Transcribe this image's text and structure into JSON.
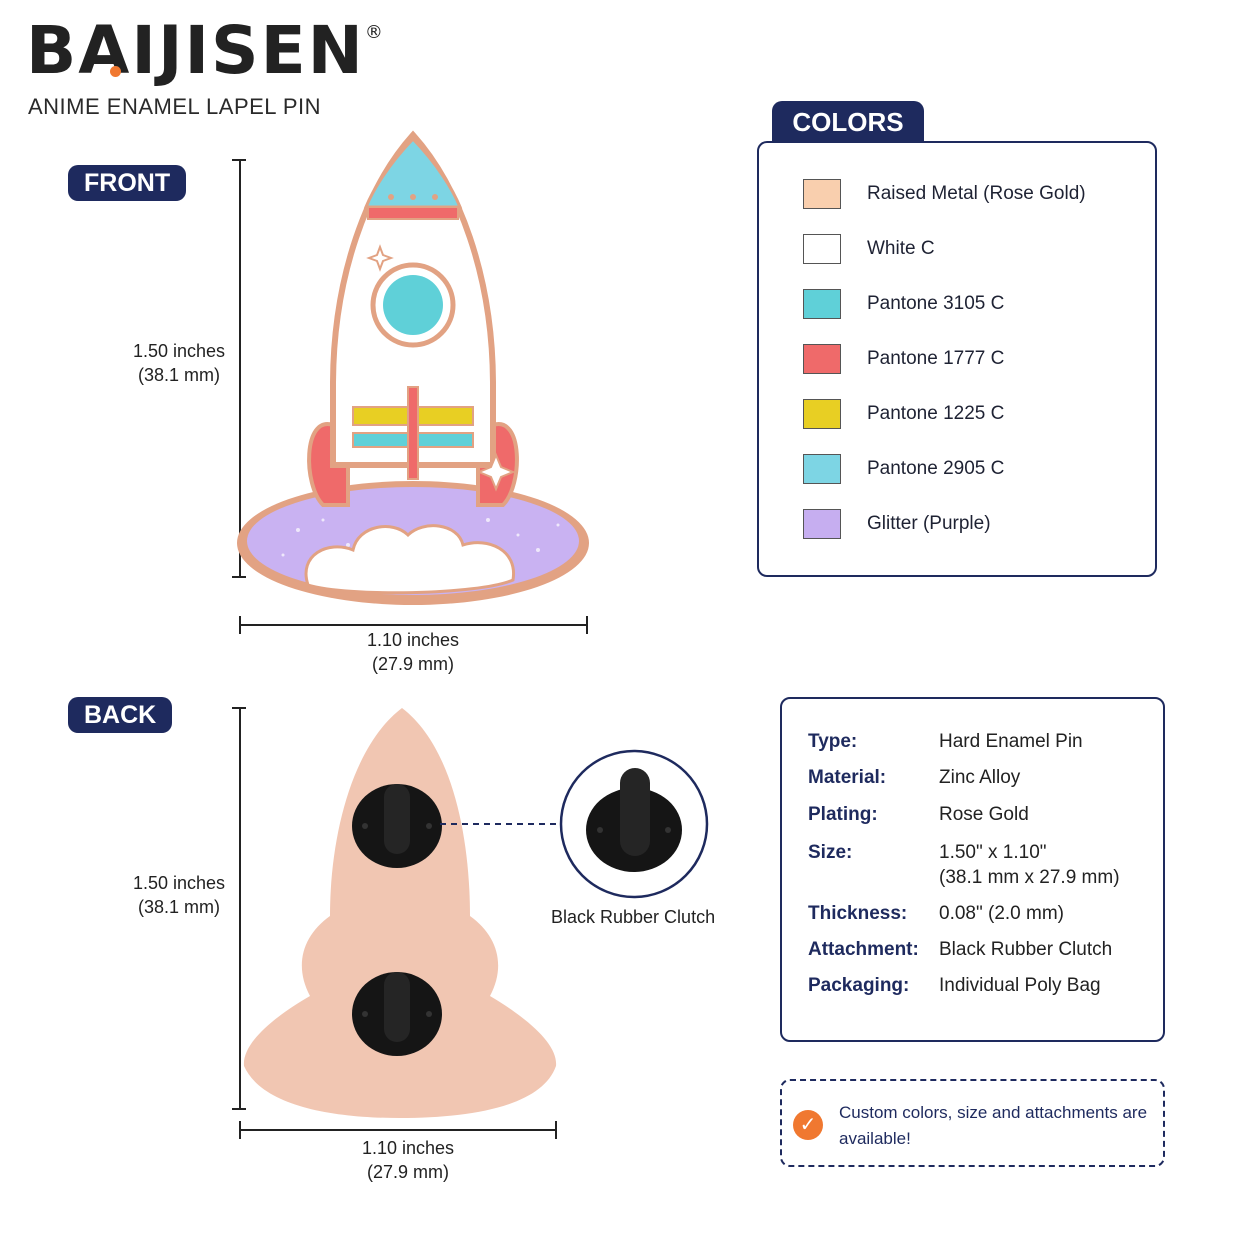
{
  "brand": {
    "name": "BAIJISEN",
    "registered": "®",
    "subtitle": "ANIME ENAMEL LAPEL PIN"
  },
  "front": {
    "label": "FRONT",
    "height_in": "1.50 inches",
    "height_mm": "(38.1 mm)",
    "width_in": "1.10 inches",
    "width_mm": "(27.9 mm)"
  },
  "back": {
    "label": "BACK",
    "height_in": "1.50 inches",
    "height_mm": "(38.1 mm)",
    "width_in": "1.10 inches",
    "width_mm": "(27.9 mm)",
    "clutch_label": "Black Rubber Clutch"
  },
  "colors": {
    "title": "COLORS",
    "items": [
      {
        "label": "Raised Metal (Rose Gold)",
        "hex": "#f9cfae"
      },
      {
        "label": "White C",
        "hex": "#ffffff"
      },
      {
        "label": "Pantone 3105 C",
        "hex": "#5fd0d8"
      },
      {
        "label": "Pantone 1777 C",
        "hex": "#ef6a6a"
      },
      {
        "label": "Pantone 1225 C",
        "hex": "#e8cf23"
      },
      {
        "label": "Pantone 2905 C",
        "hex": "#7dd5e4"
      },
      {
        "label": "Glitter (Purple)",
        "hex": "#c6aef0"
      }
    ]
  },
  "specs": [
    {
      "key": "Type:",
      "value": "Hard Enamel Pin",
      "value2": ""
    },
    {
      "key": "Material:",
      "value": "Zinc Alloy",
      "value2": ""
    },
    {
      "key": "Plating:",
      "value": "Rose Gold",
      "value2": ""
    },
    {
      "key": "Size:",
      "value": "1.50\" x 1.10\"",
      "value2": "(38.1 mm x 27.9 mm)"
    },
    {
      "key": "Thickness:",
      "value": "0.08\" (2.0 mm)",
      "value2": ""
    },
    {
      "key": "Attachment:",
      "value": "Black Rubber Clutch",
      "value2": ""
    },
    {
      "key": "Packaging:",
      "value": "Individual Poly Bag",
      "value2": ""
    }
  ],
  "note": {
    "text": "Custom colors, size and attachments are available!",
    "icon": "check-icon"
  },
  "palette": {
    "navy": "#1e2a5e",
    "accent": "#f07830",
    "rose_gold": "#e4a98a"
  }
}
